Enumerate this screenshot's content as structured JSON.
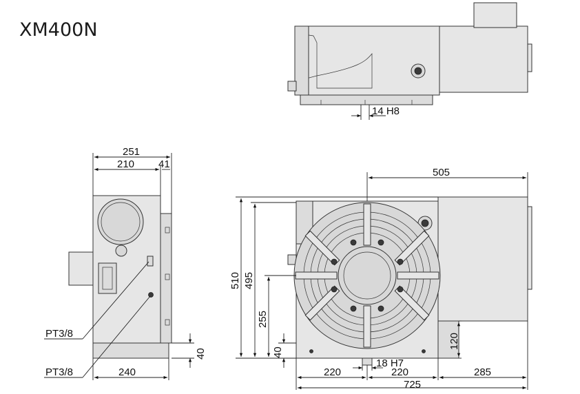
{
  "title": "XM400N",
  "top_view": {
    "slot_label": "14 H8"
  },
  "side_view": {
    "dim_overall_width": "251",
    "dim_body_width": "210",
    "dim_flange_width": "41",
    "dim_bottom_width": "240",
    "dim_base_height": "40",
    "port_upper_label": "PT3/8",
    "port_lower_label": "PT3/8"
  },
  "front_view": {
    "dim_motor_length": "505",
    "dim_overall_height": "510",
    "dim_table_height": "495",
    "dim_center_height": "255",
    "dim_base_height": "40",
    "dim_motor_base": "120",
    "slot_label": "18 H7",
    "dim_left_half": "220",
    "dim_right_half": "220",
    "dim_motor_extension": "285",
    "dim_overall_length": "725"
  }
}
